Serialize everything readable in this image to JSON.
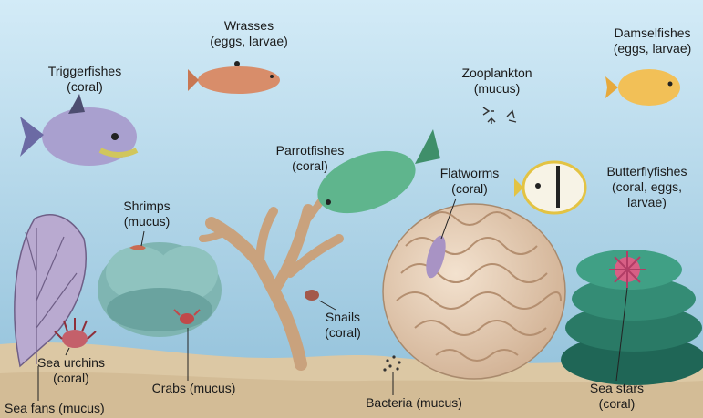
{
  "labels": {
    "wrasses": {
      "name": "Wrasses",
      "food": "(eggs, larvae)"
    },
    "triggerfishes": {
      "name": "Triggerfishes",
      "food": "(coral)"
    },
    "zooplankton": {
      "name": "Zooplankton",
      "food": "(mucus)"
    },
    "damselfishes": {
      "name": "Damselfishes",
      "food": "(eggs, larvae)"
    },
    "parrotfishes": {
      "name": "Parrotfishes",
      "food": "(coral)"
    },
    "flatworms": {
      "name": "Flatworms",
      "food": "(coral)"
    },
    "butterflyfishes": {
      "name": "Butterflyfishes",
      "food1": "(coral, eggs,",
      "food2": "larvae)"
    },
    "shrimps": {
      "name": "Shrimps",
      "food": "(mucus)"
    },
    "snails": {
      "name": "Snails",
      "food": "(coral)"
    },
    "sea_urchins": {
      "name": "Sea urchins",
      "food": "(coral)"
    },
    "crabs": {
      "text": "Crabs (mucus)"
    },
    "sea_fans": {
      "text": "Sea fans (mucus)"
    },
    "bacteria": {
      "text": "Bacteria (mucus)"
    },
    "sea_stars": {
      "name": "Sea stars",
      "food": "(coral)"
    }
  },
  "colors": {
    "water_top": "#cfe8f5",
    "water_bottom": "#9cc7df",
    "sand": "#dcc9a6",
    "brain_coral": "#e9d3be",
    "plate_coral": "#2f7f6b",
    "branch_coral": "#d7b28c",
    "bush_coral": "#7fb3b0",
    "sea_fan": "#b5a8c9"
  }
}
